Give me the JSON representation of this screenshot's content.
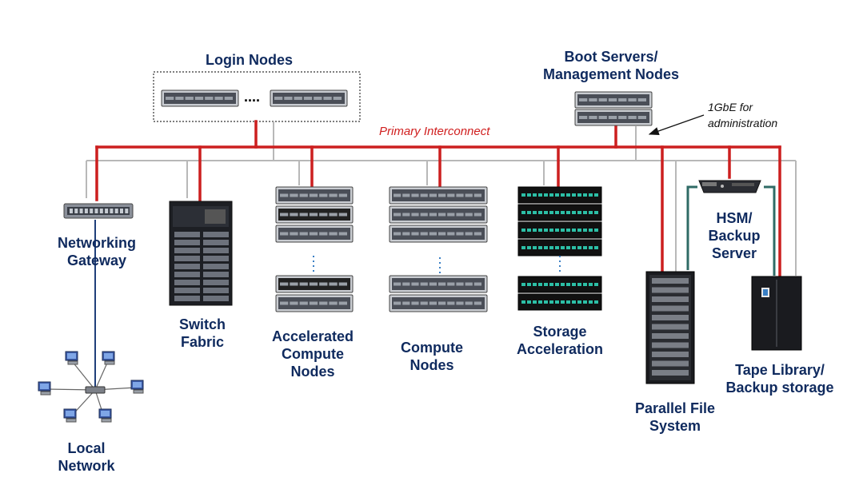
{
  "colors": {
    "primary_interconnect": "#cc1f1f",
    "management_network": "#b8b8b8",
    "backup_link": "#2f6b66",
    "local_link": "#1f3f7a",
    "label_text": "#0f2a5e"
  },
  "labels": {
    "login_nodes": "Login Nodes",
    "boot_servers": [
      "Boot Servers/",
      "Management Nodes"
    ],
    "admin_note": [
      "1GbE for",
      "administration"
    ],
    "primary_interconnect": "Primary Interconnect",
    "ellipsis": "....",
    "networking_gateway": [
      "Networking",
      "Gateway"
    ],
    "switch_fabric": [
      "Switch",
      "Fabric"
    ],
    "accelerated_compute": [
      "Accelerated",
      "Compute",
      "Nodes"
    ],
    "compute_nodes": [
      "Compute",
      "Nodes"
    ],
    "storage_acceleration": [
      "Storage",
      "Acceleration"
    ],
    "hsm_backup": [
      "HSM/",
      "Backup",
      "Server"
    ],
    "parallel_fs": [
      "Parallel File",
      "System"
    ],
    "tape_library": [
      "Tape Library/",
      "Backup storage"
    ],
    "local_network": [
      "Local",
      "Network"
    ]
  },
  "icons": {
    "login_server": "rack-server-icon",
    "boot_server": "rack-server-icon",
    "gateway": "network-switch-icon",
    "switch_rack": "rack-cabinet-icon",
    "accel_server": "rack-server-icon",
    "compute_server": "rack-server-icon",
    "storage_array": "storage-array-icon",
    "hsm": "hsm-appliance-icon",
    "pfs": "storage-cabinet-icon",
    "tape": "tape-library-icon",
    "workstation": "workstation-icon",
    "hub": "hub-icon"
  }
}
